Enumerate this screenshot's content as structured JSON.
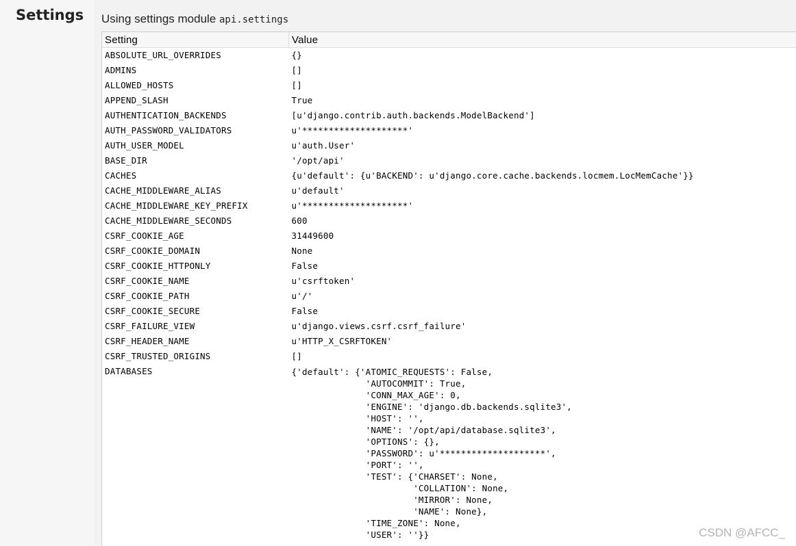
{
  "page": {
    "section_title": "Settings",
    "module_prefix": "Using settings module ",
    "module_name": "api.settings"
  },
  "table": {
    "headers": [
      "Setting",
      "Value"
    ],
    "rows": [
      {
        "key": "ABSOLUTE_URL_OVERRIDES",
        "value": "{}"
      },
      {
        "key": "ADMINS",
        "value": "[]"
      },
      {
        "key": "ALLOWED_HOSTS",
        "value": "[]"
      },
      {
        "key": "APPEND_SLASH",
        "value": "True"
      },
      {
        "key": "AUTHENTICATION_BACKENDS",
        "value": "[u'django.contrib.auth.backends.ModelBackend']"
      },
      {
        "key": "AUTH_PASSWORD_VALIDATORS",
        "value": "u'********************'"
      },
      {
        "key": "AUTH_USER_MODEL",
        "value": "u'auth.User'"
      },
      {
        "key": "BASE_DIR",
        "value": "'/opt/api'"
      },
      {
        "key": "CACHES",
        "value": "{u'default': {u'BACKEND': u'django.core.cache.backends.locmem.LocMemCache'}}"
      },
      {
        "key": "CACHE_MIDDLEWARE_ALIAS",
        "value": "u'default'"
      },
      {
        "key": "CACHE_MIDDLEWARE_KEY_PREFIX",
        "value": "u'********************'"
      },
      {
        "key": "CACHE_MIDDLEWARE_SECONDS",
        "value": "600"
      },
      {
        "key": "CSRF_COOKIE_AGE",
        "value": "31449600"
      },
      {
        "key": "CSRF_COOKIE_DOMAIN",
        "value": "None"
      },
      {
        "key": "CSRF_COOKIE_HTTPONLY",
        "value": "False"
      },
      {
        "key": "CSRF_COOKIE_NAME",
        "value": "u'csrftoken'"
      },
      {
        "key": "CSRF_COOKIE_PATH",
        "value": "u'/'"
      },
      {
        "key": "CSRF_COOKIE_SECURE",
        "value": "False"
      },
      {
        "key": "CSRF_FAILURE_VIEW",
        "value": "u'django.views.csrf.csrf_failure'"
      },
      {
        "key": "CSRF_HEADER_NAME",
        "value": "u'HTTP_X_CSRFTOKEN'"
      },
      {
        "key": "CSRF_TRUSTED_ORIGINS",
        "value": "[]"
      }
    ],
    "databases": {
      "key": "DATABASES",
      "value": "{'default': {'ATOMIC_REQUESTS': False,\n              'AUTOCOMMIT': True,\n              'CONN_MAX_AGE': 0,\n              'ENGINE': 'django.db.backends.sqlite3',\n              'HOST': '',\n              'NAME': '/opt/api/database.sqlite3',\n              'OPTIONS': {},\n              'PASSWORD': u'********************',\n              'PORT': '',\n              'TEST': {'CHARSET': None,\n                       'COLLATION': None,\n                       'MIRROR': None,\n                       'NAME': None},\n              'TIME_ZONE': None,\n              'USER': ''}}"
    }
  },
  "watermark": "CSDN @AFCC_"
}
